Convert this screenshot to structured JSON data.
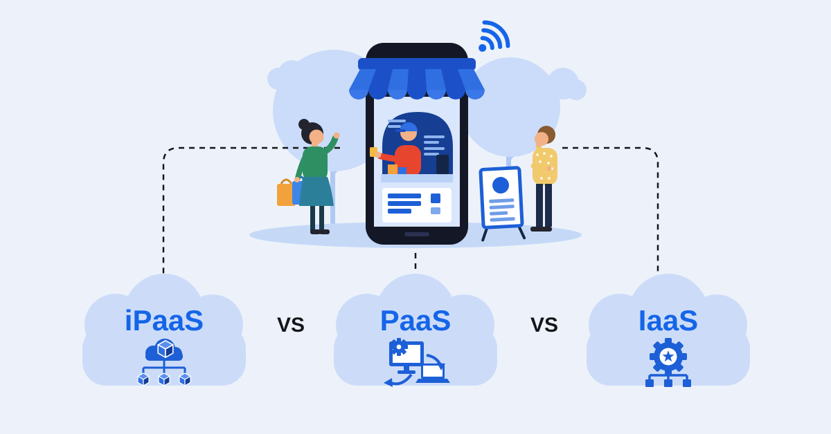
{
  "illustration": {
    "scene": "mobile-storefront-with-shopkeeper-and-customers",
    "icons": {
      "wifi": "wifi-icon",
      "ipaas": "cloud-cube-network-icon",
      "paas": "devices-gear-sync-icon",
      "iaas": "gear-star-infrastructure-icon"
    }
  },
  "comparison": {
    "separator": "VS",
    "items": [
      {
        "label": "iPaaS"
      },
      {
        "label": "PaaS"
      },
      {
        "label": "IaaS"
      }
    ]
  },
  "colors": {
    "background": "#edf2fa",
    "accent_blue": "#1565e8",
    "icon_blue": "#1d5fd6",
    "awning_dark": "#1b50c8",
    "awning_light": "#3a77e8",
    "cloud_fill": "#ccdcf8",
    "connector_dark": "#15161a"
  }
}
